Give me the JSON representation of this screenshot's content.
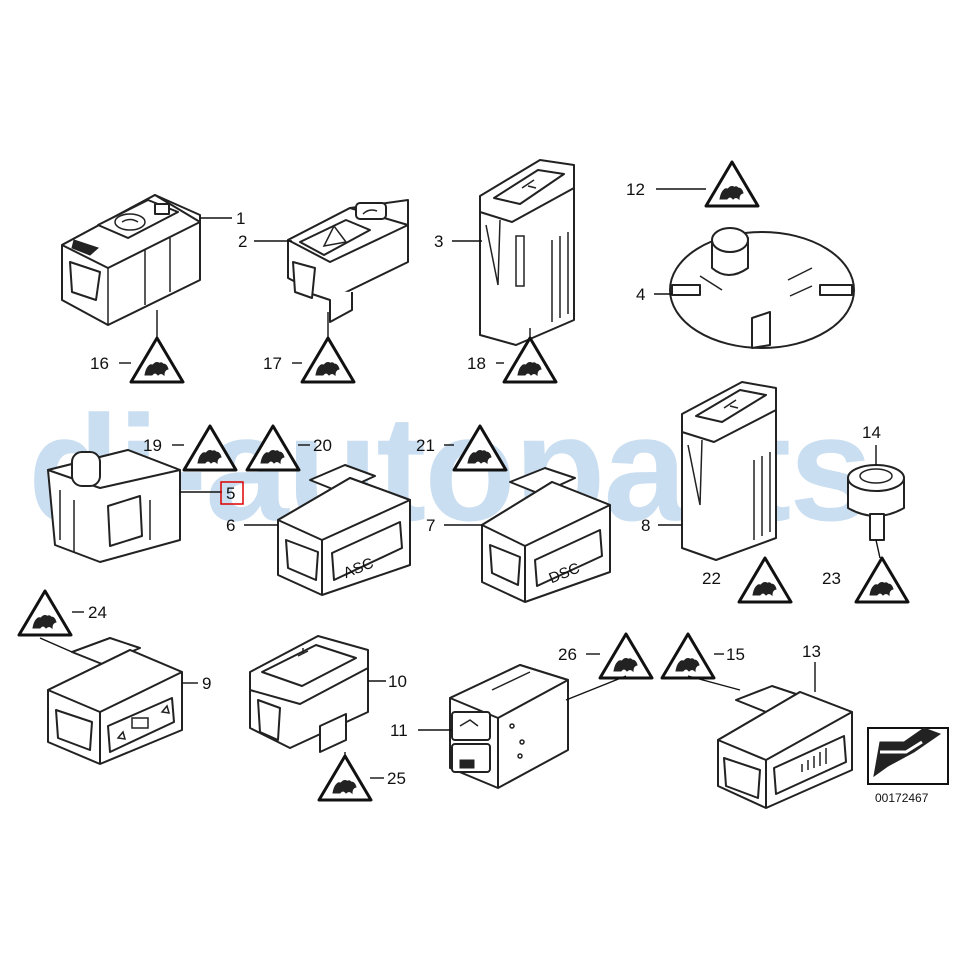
{
  "watermark": "dj-autoparts",
  "diagram_number": "00172467",
  "labels": {
    "1": "1",
    "2": "2",
    "3": "3",
    "4": "4",
    "5": "5",
    "6": "6",
    "7": "7",
    "8": "8",
    "9": "9",
    "10": "10",
    "11": "11",
    "12": "12",
    "13": "13",
    "14": "14",
    "15": "15",
    "16": "16",
    "17": "17",
    "18": "18",
    "19": "19",
    "20": "20",
    "21": "21",
    "22": "22",
    "23": "23",
    "24": "24",
    "25": "25",
    "26": "26"
  },
  "highlighted_label": "5",
  "button_text": {
    "asc": "ASC",
    "dsc": "DSC"
  },
  "icons": [
    "warning-triangle-icon",
    "hazard-triangle-icon",
    "up-down-arrow-icon",
    "heated-seat-icon"
  ]
}
